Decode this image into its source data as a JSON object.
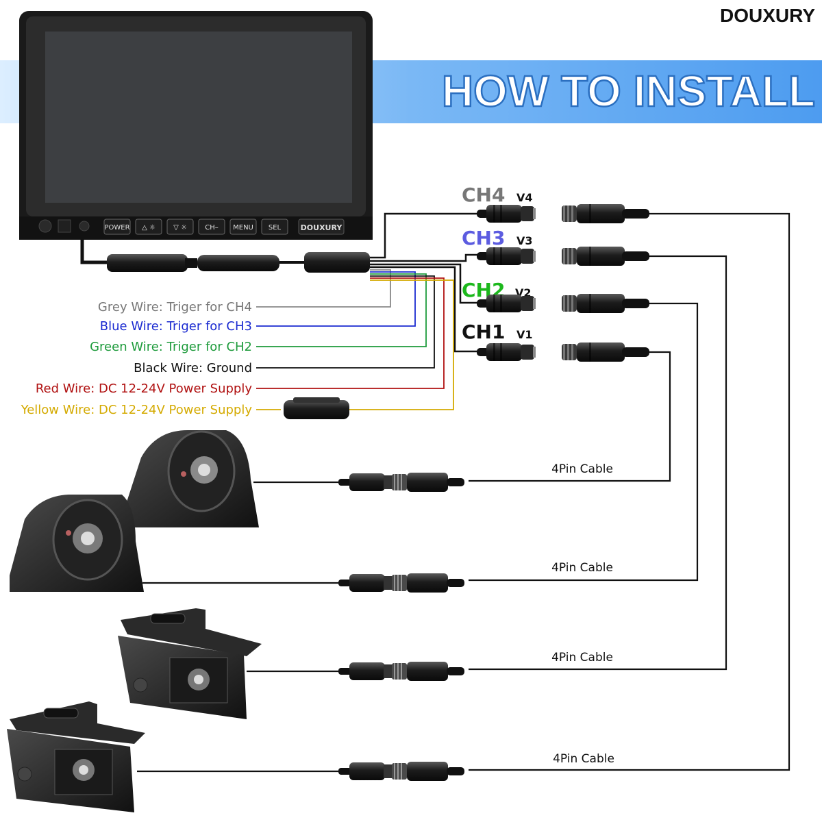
{
  "brand": "DOUXURY",
  "banner": {
    "title": "HOW TO INSTALL",
    "color": "#5fa8f2"
  },
  "monitor": {
    "buttons": [
      "POWER",
      "△ ☼",
      "▽ ☼",
      "CH–",
      "MENU",
      "SEL"
    ],
    "logo": "DOUXURY"
  },
  "channels": [
    {
      "label": "CH4",
      "video": "V4",
      "color": "#777777"
    },
    {
      "label": "CH3",
      "video": "V3",
      "color": "#5c5ce0"
    },
    {
      "label": "CH2",
      "video": "V2",
      "color": "#1cb81c"
    },
    {
      "label": "CH1",
      "video": "V1",
      "color": "#111111"
    }
  ],
  "wires": [
    {
      "text": "Grey Wire: Triger for CH4",
      "color": "#777777"
    },
    {
      "text": "Blue Wire: Triger for CH3",
      "color": "#1a2ad0"
    },
    {
      "text": "Green Wire: Triger for CH2",
      "color": "#1c9a3a"
    },
    {
      "text": "Black Wire: Ground",
      "color": "#111111"
    },
    {
      "text": "Red Wire: DC 12-24V Power Supply",
      "color": "#b01010"
    },
    {
      "text": "Yellow Wire: DC 12-24V Power Supply",
      "color": "#d4aa00"
    }
  ],
  "cables": [
    "4Pin Cable",
    "4Pin Cable",
    "4Pin Cable",
    "4Pin Cable"
  ]
}
